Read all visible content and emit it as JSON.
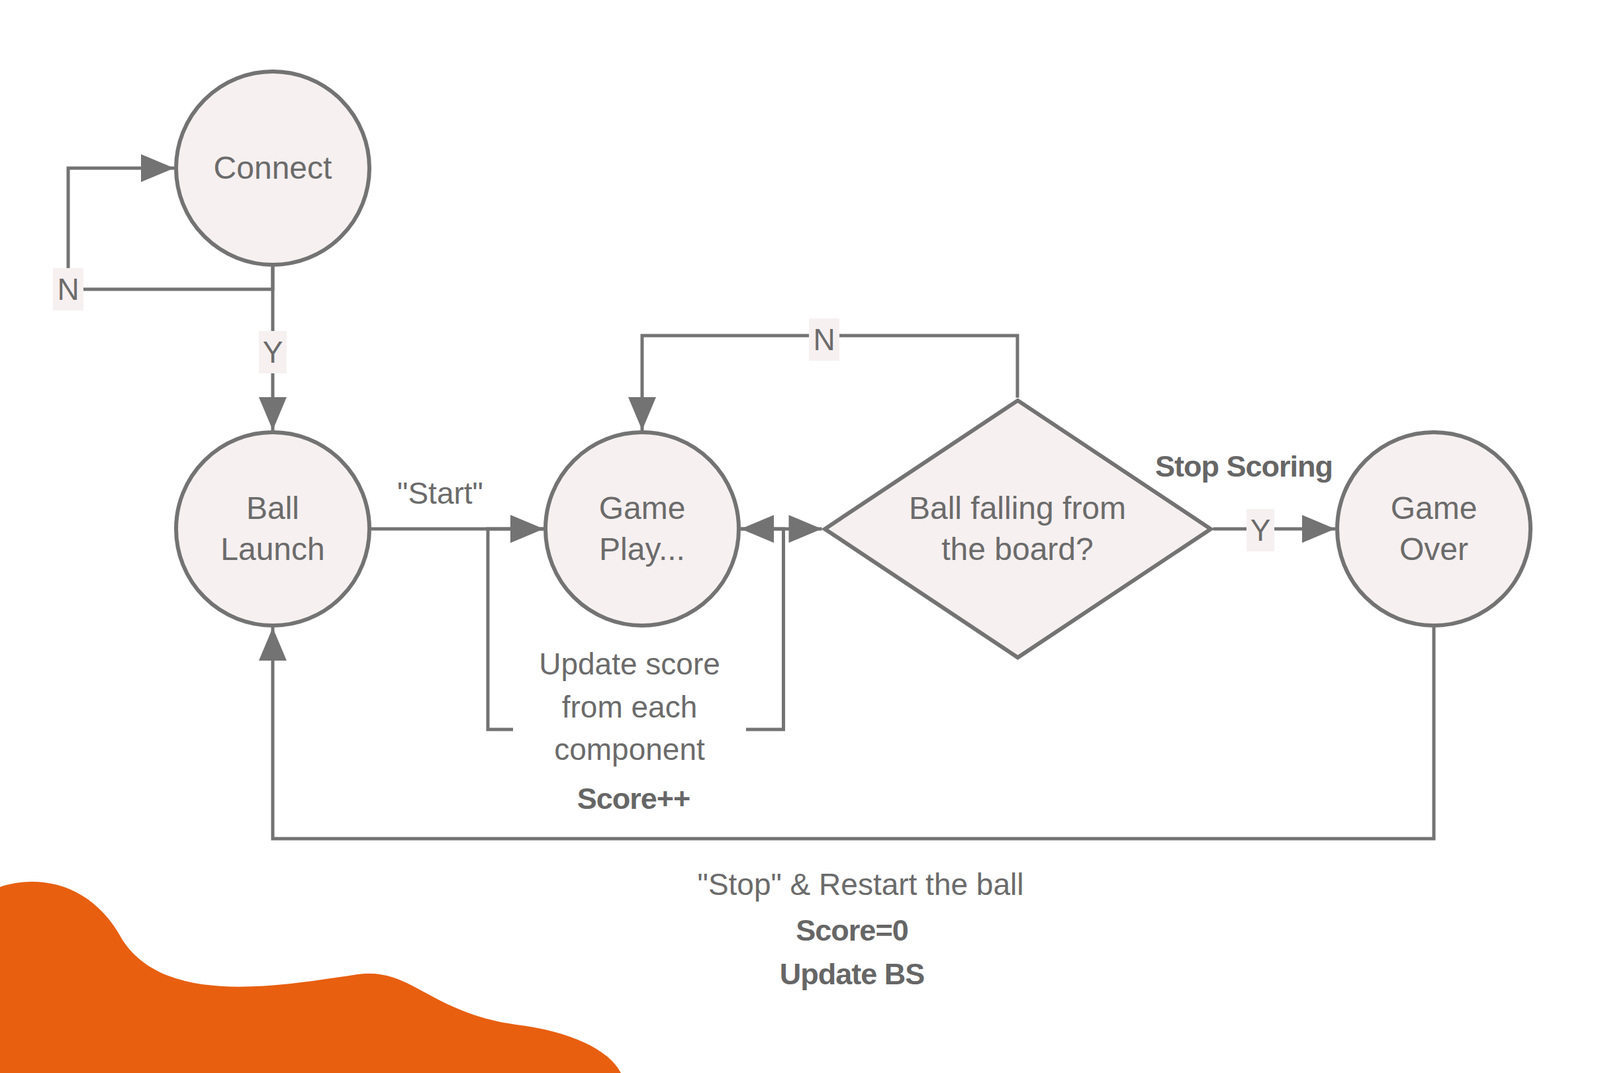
{
  "diagram": {
    "nodes": [
      {
        "text": [
          "Connect"
        ]
      },
      {
        "text": [
          "Ball Launch"
        ]
      },
      {
        "text": [
          "Game Play..."
        ]
      },
      {
        "text": [
          "Ball falling from the board?"
        ]
      },
      {
        "text": [
          "Game Over"
        ]
      }
    ],
    "edges": [
      {
        "from": 0,
        "to": 0,
        "label": "N",
        "arrow": "to"
      },
      {
        "from": 0,
        "to": 1,
        "label": "Y",
        "arrow": "to"
      },
      {
        "from": 1,
        "to": 2,
        "label": "\"Start\"",
        "arrow": "to"
      },
      {
        "from": 2,
        "to": 3,
        "arrow": "both"
      },
      {
        "from": 2,
        "to": 2,
        "label": "Update score from each component",
        "arrow": "to"
      },
      {
        "from": 3,
        "to": 2,
        "label": "N",
        "arrow": "to"
      },
      {
        "from": 3,
        "to": 4,
        "label": "Y",
        "arrow": "to"
      },
      {
        "from": 4,
        "to": 1,
        "label": "\"Stop\" & Restart the ball",
        "arrow": "to"
      }
    ],
    "labels": [
      "Stop Scoring",
      "Score++",
      "Score=0",
      "Update BS"
    ]
  }
}
